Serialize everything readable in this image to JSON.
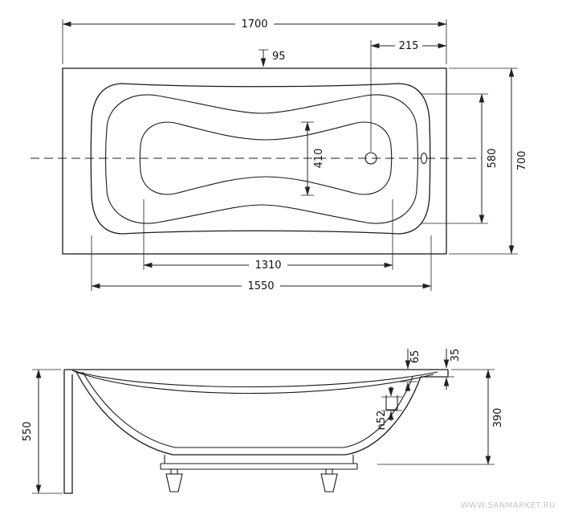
{
  "watermark": "WWW.SANMARKET.RU",
  "top_view": {
    "length_total": "1700",
    "drain_to_end": "215",
    "rim_offset": "95",
    "basin_floor_width": "410",
    "basin_width": "580",
    "width_total": "700",
    "basin_floor_length": "1310",
    "tub_length": "1550"
  },
  "side_view": {
    "apron_height": "550",
    "rim_drop": "65",
    "rim_lip": "35",
    "drain_diameter": "n52",
    "depth": "390"
  }
}
